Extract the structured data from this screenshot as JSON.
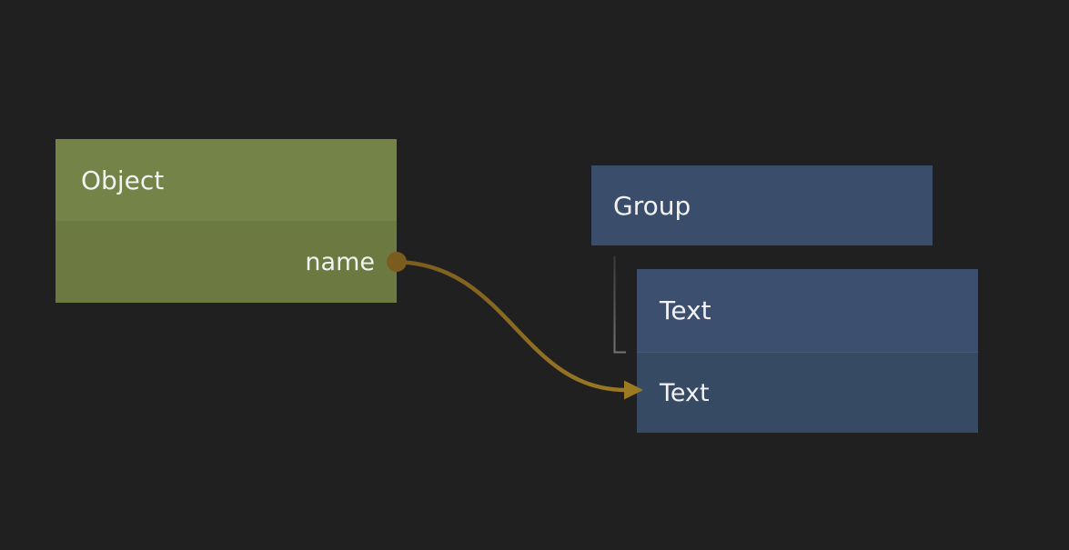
{
  "canvas": {
    "background": "#202020"
  },
  "nodes": {
    "object": {
      "title": "Object",
      "field": "name",
      "colors": {
        "header": "#748347",
        "body": "#6c7a41"
      }
    },
    "group": {
      "title": "Group",
      "colors": {
        "background": "#3a4d6a"
      }
    },
    "text": {
      "title": "Text",
      "child_row": "Text",
      "colors": {
        "header": "#3c4f6e",
        "row": "#374a64"
      }
    }
  },
  "edge": {
    "source": "name",
    "target": "Text",
    "colors": {
      "start": "#7a5c1e",
      "end": "#9c7a24"
    }
  },
  "tree_connector": {
    "colors": {
      "start": "#3a3a3a",
      "end": "#747474"
    }
  },
  "icons": {
    "output_port": "filled-circle",
    "arrowhead": "right-pointing-triangle"
  }
}
